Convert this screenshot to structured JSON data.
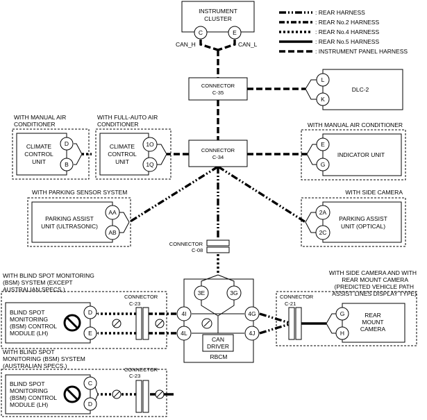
{
  "legend": [
    {
      "label": ": REAR HARNESS",
      "style": "rear"
    },
    {
      "label": ": REAR No.2 HARNESS",
      "style": "rear2"
    },
    {
      "label": ": REAR No.4 HARNESS",
      "style": "rear4"
    },
    {
      "label": ": REAR No.5 HARNESS",
      "style": "rear5"
    },
    {
      "label": ": INSTRUMENT PANEL HARNESS",
      "style": "ip"
    }
  ],
  "instrument_cluster": {
    "line1": "INSTRUMENT",
    "line2": "CLUSTER",
    "pin_c": "C",
    "pin_e": "E",
    "can_h": "CAN_H",
    "can_l": "CAN_L"
  },
  "connector_c35": {
    "line1": "CONNECTOR",
    "line2": "C-35"
  },
  "connector_c34": {
    "line1": "CONNECTOR",
    "line2": "C-34"
  },
  "connector_c08": {
    "line1": "CONNECTOR",
    "line2": "C-08"
  },
  "dlc": {
    "label": "DLC-2",
    "pin_l": "L",
    "pin_k": "K"
  },
  "manual_ac": {
    "title_line1": "WITH MANUAL AIR",
    "title_line2": "CONDITIONER",
    "unit_line1": "CLIMATE",
    "unit_line2": "CONTROL",
    "unit_line3": "UNIT",
    "pin_top": "D",
    "pin_bottom": "B"
  },
  "full_auto_ac": {
    "title_line1": "WITH FULL-AUTO AIR",
    "title_line2": "CONDITIONER",
    "unit_line1": "CLIMATE",
    "unit_line2": "CONTROL",
    "unit_line3": "UNIT",
    "pin_top": "1O",
    "pin_bottom": "1Q"
  },
  "indicator": {
    "title": "WITH MANUAL AIR CONDITIONER",
    "label": "INDICATOR UNIT",
    "pin_top": "E",
    "pin_bottom": "G"
  },
  "parking_sensor": {
    "title": "WITH PARKING SENSOR SYSTEM",
    "unit_line1": "PARKING ASSIST",
    "unit_line2": "UNIT (ULTRASONIC)",
    "pin_top": "AA",
    "pin_bottom": "AB"
  },
  "side_camera": {
    "title": "WITH SIDE CAMERA",
    "unit_line1": "PARKING ASSIST",
    "unit_line2": "UNIT (OPTICAL)",
    "pin_top": "2A",
    "pin_bottom": "2C"
  },
  "rbcm": {
    "label": "RBCM",
    "can_line1": "CAN",
    "can_line2": "DRIVER",
    "pin_3e": "3E",
    "pin_3g": "3G",
    "pin_4i": "4I",
    "pin_4l": "4L",
    "pin_4g": "4G",
    "pin_4j": "4J"
  },
  "bsm_non_aus": {
    "title_line1": "WITH BLIND SPOT MONITORING",
    "title_line2": "(BSM) SYSTEM (EXCEPT",
    "title_line3": "AUSTRALIAN SPECS.)",
    "conn_line1": "CONNECTOR",
    "conn_line2": "C-23",
    "mod_line1": "BLIND SPOT",
    "mod_line2": "MONITORING",
    "mod_line3": "(BSM) CONTROL",
    "mod_line4": "MODULE (LH)",
    "pin_top": "D",
    "pin_bottom": "E"
  },
  "bsm_aus": {
    "title_line1": "WITH BLIND SPOT",
    "title_line2": "MONITORING (BSM) SYSTEM",
    "title_line3": "(AUSTRALIAN SPECS.)",
    "conn_line1": "CONNECTOR",
    "conn_line2": "C-23",
    "mod_line1": "BLIND SPOT",
    "mod_line2": "MONITORING",
    "mod_line3": "(BSM) CONTROL",
    "mod_line4": "MODULE (LH)",
    "pin_top": "C",
    "pin_bottom": "D"
  },
  "rear_camera": {
    "title_line1": "WITH SIDE CAMERA AND WITH",
    "title_line2": "REAR MOUNT CAMERA",
    "title_line3": "(PREDICTED VEHICLE PATH",
    "title_line4": "ASSIST LINES DISPLAY TYPE)",
    "conn_line1": "CONNECTOR",
    "conn_line2": "C-21",
    "unit_line1": "REAR",
    "unit_line2": "MOUNT",
    "unit_line3": "CAMERA",
    "pin_top": "G",
    "pin_bottom": "H"
  }
}
